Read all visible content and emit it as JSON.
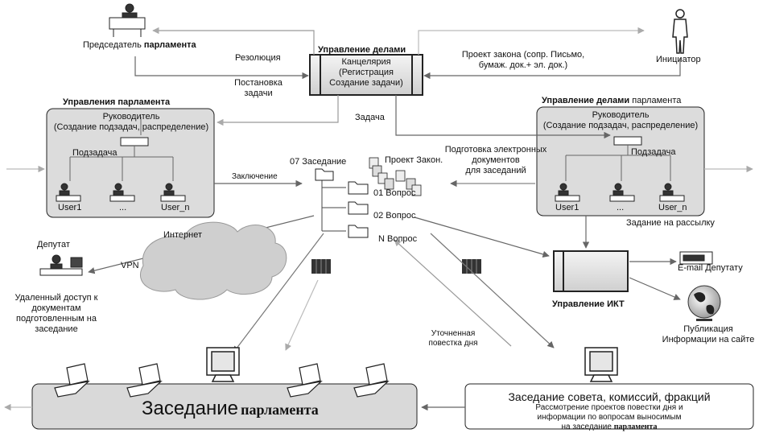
{
  "chairman": {
    "label": "Председатель",
    "label2": "парламента"
  },
  "affairs_top": {
    "title": "Управление делами",
    "line1": "Канцелярия",
    "line2": "(Регистрация",
    "line3": "Создание задачи)"
  },
  "initiator": {
    "label": "Инициатор"
  },
  "arrows": {
    "resolution": "Резолюция",
    "task_setting_1": "Постановка",
    "task_setting_2": "задачи",
    "bill_1": "Проект закона (сопр. Письмо,",
    "bill_2": "бумаж. док.+ эл. док.)",
    "task": "Задача",
    "conclusion": "Заключение",
    "prep_1": "Подготовка электронных",
    "prep_2": "документов",
    "prep_3": "для заседаний",
    "mailing": "Задание на рассылку",
    "internet": "Интернет",
    "vpn": "VPN",
    "agenda_1": "Уточненная",
    "agenda_2": "повестка дня"
  },
  "left_dept": {
    "title": "Управления парламента",
    "head_1": "Руководитель",
    "head_2": "(Создание подзадач, распределение)",
    "subtask": "Подзадача",
    "users": [
      "User1",
      "...",
      "User_n"
    ]
  },
  "right_dept": {
    "title": "Управление делами",
    "title2": "парламента",
    "head_1": "Руководитель",
    "head_2": "(Создание подзадач, распределение)",
    "subtask": "Подзадача",
    "users": [
      "User1",
      "...",
      "User_n"
    ]
  },
  "folders": {
    "root": "07 Заседание",
    "bill": "Проект Закон.",
    "q1": "01 Вопрос",
    "q2": "02 Вопрос",
    "qn": "N Вопрос"
  },
  "deputy": {
    "label": "Депутат",
    "remote_1": "Удаленный доступ к",
    "remote_2": "документам",
    "remote_3": "подготовленным на",
    "remote_4": "заседание"
  },
  "ict": {
    "label": "Управление ИКТ"
  },
  "email": {
    "label": "E-mail Депутату"
  },
  "publication": {
    "line1": "Публикация",
    "line2": "Информации на сайте"
  },
  "plenary": {
    "title": "Заседание",
    "title2": "парламента"
  },
  "council": {
    "title": "Заседание совета, комиссий, фракций",
    "note_1": "Рассмотрение проектов повестки дня и",
    "note_2": "информации  по вопросам выносимым",
    "note_3": "на заседание",
    "note_4": "парламента"
  },
  "colors": {
    "panel": "#dcdcdc",
    "box_top": "#e8e8e8",
    "arrow": "#777777",
    "arrow_light": "#b0b0b0"
  }
}
